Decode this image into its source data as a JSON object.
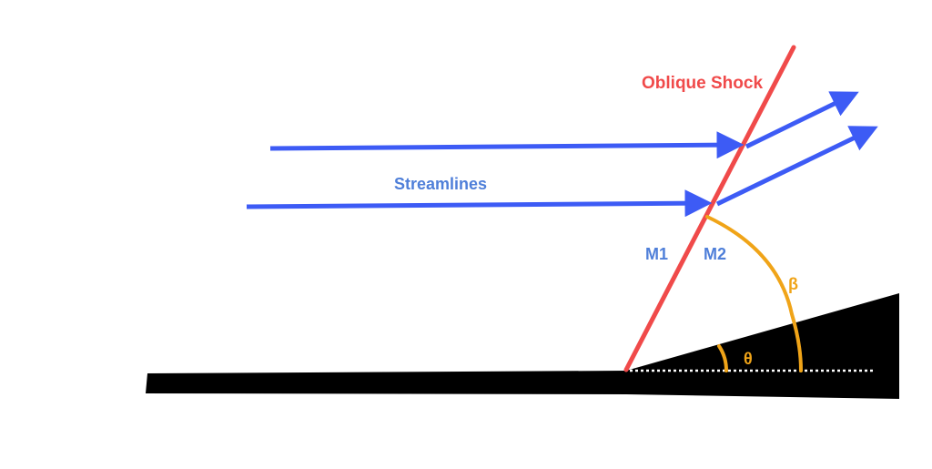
{
  "colors": {
    "shock": "#f04a4a",
    "streamline": "#3d5bf5",
    "label_blue": "#4f7fd9",
    "angle": "#f0a418",
    "body": "#000000",
    "reference_line": "#ffffff"
  },
  "labels": {
    "shock": "Oblique Shock",
    "streamlines": "Streamlines",
    "upstream_mach": "M1",
    "downstream_mach": "M2",
    "wave_angle": "β",
    "deflection_angle": "θ"
  }
}
